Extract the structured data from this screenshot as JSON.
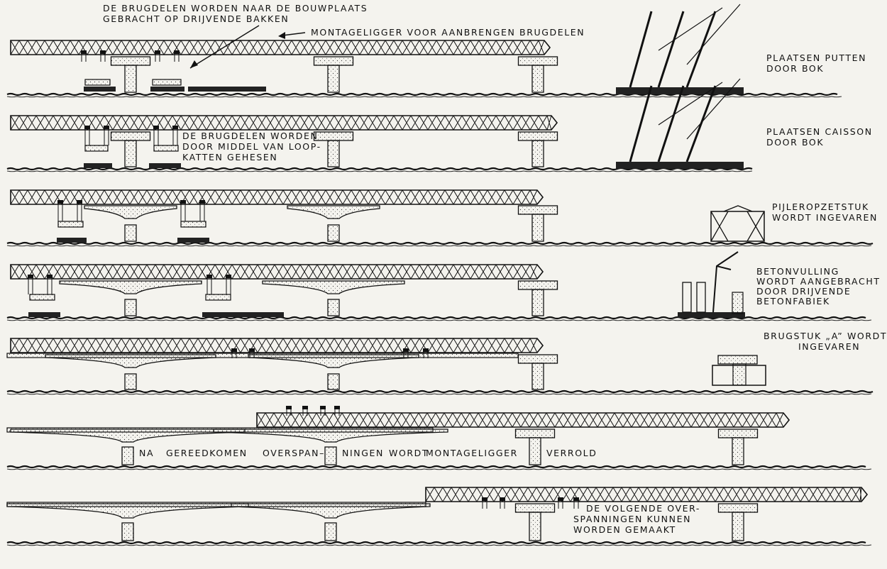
{
  "title_lines": [
    "DE BRUGDELEN WORDEN NAAR DE BOUWPLAATS",
    "GEBRACHT OP DRIJVENDE BAKKEN"
  ],
  "girder_label": "MONTAGELIGGER VOOR AANBRENGEN BRUGDELEN",
  "stages": [
    {
      "id": 1,
      "label_lines": [
        "PLAATSEN PUTTEN",
        "DOOR BOK"
      ]
    },
    {
      "id": 2,
      "label_lines": [
        "PLAATSEN CAISSON",
        "DOOR BOK"
      ],
      "inline_lines": [
        "DE BRUGDELEN WORDEN",
        "DOOR MIDDEL VAN LOOP-",
        "KATTEN GEHESEN"
      ]
    },
    {
      "id": 3,
      "label_lines": [
        "PIJLEROPZETSTUK",
        "WORDT INGEVAREN"
      ]
    },
    {
      "id": 4,
      "label_lines": [
        "BETONVULLING",
        "WORDT AANGEBRACHT",
        "DOOR DRIJVENDE",
        "BETONFABIEK"
      ]
    },
    {
      "id": 5,
      "label_lines": [
        "BRUGSTUK „A” WORDT",
        "INGEVAREN"
      ]
    },
    {
      "id": 6,
      "inline_words": [
        "NA",
        "GEREEDKOMEN",
        "OVERSPAN–",
        "NINGEN",
        "WORDT",
        "MONTAGELIGGER",
        "VERROLD"
      ]
    },
    {
      "id": 7,
      "inline_lines": [
        "DE VOLGENDE OVER-",
        "SPANNINGEN KUNNEN",
        "WORDEN GEMAAKT"
      ]
    }
  ]
}
